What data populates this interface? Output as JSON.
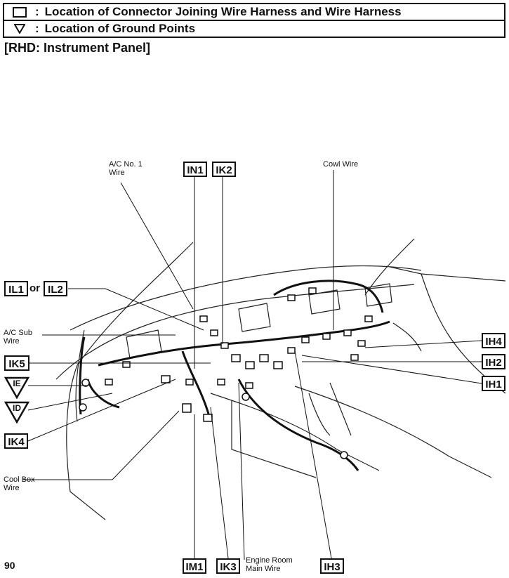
{
  "legend": {
    "connector": "Location of Connector Joining Wire Harness and Wire Harness",
    "ground": "Location of Ground Points"
  },
  "section_title": "[RHD: Instrument Panel]",
  "labels": {
    "ac_no1_wire": [
      "A/C No. 1",
      "Wire"
    ],
    "cowl_wire": "Cowl Wire",
    "ac_sub_wire": [
      "A/C Sub",
      "Wire"
    ],
    "cool_box_wire": [
      "Cool Box",
      "Wire"
    ],
    "engine_room_main_wire": [
      "Engine Room",
      "Main Wire"
    ]
  },
  "connectors": {
    "IN1": "IN1",
    "IK2": "IK2",
    "IL1": "IL1",
    "IL2": "IL2",
    "IK5": "IK5",
    "IK4": "IK4",
    "IH4": "IH4",
    "IH2": "IH2",
    "IH1": "IH1",
    "IM1": "IM1",
    "IK3": "IK3",
    "IH3": "IH3"
  },
  "grounds": {
    "IE": "IE",
    "ID": "ID"
  },
  "or_text": "or",
  "page_number": "90"
}
